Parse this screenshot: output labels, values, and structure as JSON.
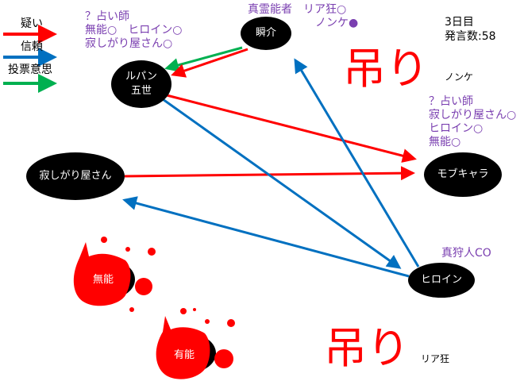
{
  "legend": {
    "items": [
      {
        "label": "疑い",
        "color": "#ff0000"
      },
      {
        "label": "信頼",
        "color": "#0070c0"
      },
      {
        "label": "投票意思",
        "color": "#00b050"
      }
    ]
  },
  "day_info": {
    "day": "3日目",
    "post_count": "発言数:58"
  },
  "nodes": {
    "shunsuke": {
      "label": "瞬介",
      "note_lines": [
        "真霊能者　リア狂○",
        "ノンケ●"
      ]
    },
    "lupin": {
      "label_lines": [
        "ルパン",
        "五世"
      ],
      "note_lines": [
        "？占い師",
        "無能○　ヒロイン○",
        "寂しがり屋さん○"
      ]
    },
    "sabishigari": {
      "label": "寂しがり屋さん"
    },
    "mobchara": {
      "label": "モブキャラ",
      "note_lines": [
        "？占い師",
        "寂しがり屋さん○",
        "ヒロイン○",
        "無能○"
      ]
    },
    "heroine": {
      "label": "ヒロイン",
      "note": "真狩人CO"
    },
    "munou": {
      "label": "無能"
    },
    "yuunou": {
      "label": "有能"
    }
  },
  "hanged": [
    {
      "mark": "吊り",
      "name": "ノンケ"
    },
    {
      "mark": "吊り",
      "name": "リア狂"
    }
  ],
  "colors": {
    "suspect": "#ff0000",
    "trust": "#0070c0",
    "vote": "#00b050",
    "note": "#7a3fb0"
  }
}
